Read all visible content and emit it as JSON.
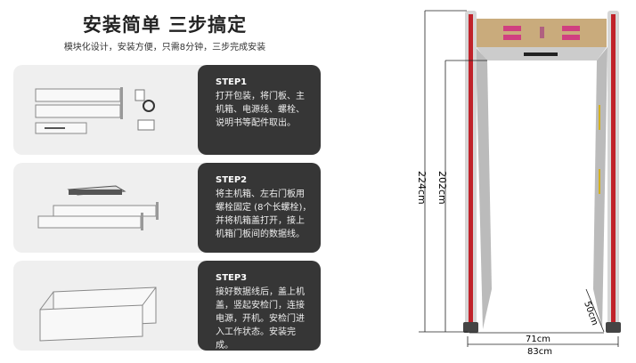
{
  "header": {
    "title": "安装简单 三步搞定",
    "subtitle": "模块化设计，安装方便，只需8分钟，三步完成安装"
  },
  "steps": [
    {
      "label": "STEP1",
      "text": "打开包装，将门板、主机箱、电源线、螺栓、说明书等配件取出。"
    },
    {
      "label": "STEP2",
      "text": "将主机箱、左右门板用螺栓固定 (8个长螺栓)，并将机箱盖打开，接上机箱门板间的数据线。"
    },
    {
      "label": "STEP3",
      "text": "接好数据线后，盖上机盖，竖起安检门，连接电源，开机。安检门进入工作状态。安装完成。"
    }
  ],
  "dimensions": {
    "total_height": "224cm",
    "inner_height": "202cm",
    "inner_width": "71cm",
    "outer_width": "83cm",
    "depth": "50cm"
  },
  "colors": {
    "dark_panel": "#363636",
    "light_panel": "#efefef",
    "pillar_red": "#c0222a",
    "header_gold": "#c9ab7c"
  }
}
